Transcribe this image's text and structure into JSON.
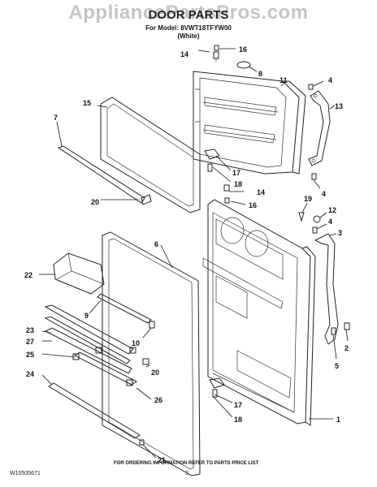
{
  "header": {
    "watermark": "AppliancePartsPros.com",
    "title": "DOOR PARTS",
    "model_line": "For Model: 8VWT18TFYW00",
    "color_line": "(White)"
  },
  "callouts": {
    "c1": "1",
    "c2": "2",
    "c3": "3",
    "c4a": "4",
    "c4b": "4",
    "c4c": "4",
    "c5": "5",
    "c6": "6",
    "c7": "7",
    "c8": "8",
    "c9": "9",
    "c10": "10",
    "c11": "11",
    "c12": "12",
    "c13": "13",
    "c14a": "14",
    "c14b": "14",
    "c15": "15",
    "c16a": "16",
    "c16b": "16",
    "c17a": "17",
    "c17b": "17",
    "c18a": "18",
    "c18b": "18",
    "c19": "19",
    "c20a": "20",
    "c20b": "20",
    "c21": "21",
    "c22": "22",
    "c23": "23",
    "c24": "24",
    "c25": "25",
    "c26": "26",
    "c27": "27"
  },
  "footer": {
    "doc_number": "W10505671",
    "ordering_note": "FOR ORDERING INFORMATION REFER TO PARTS PRICE LIST",
    "page_number": "3"
  }
}
